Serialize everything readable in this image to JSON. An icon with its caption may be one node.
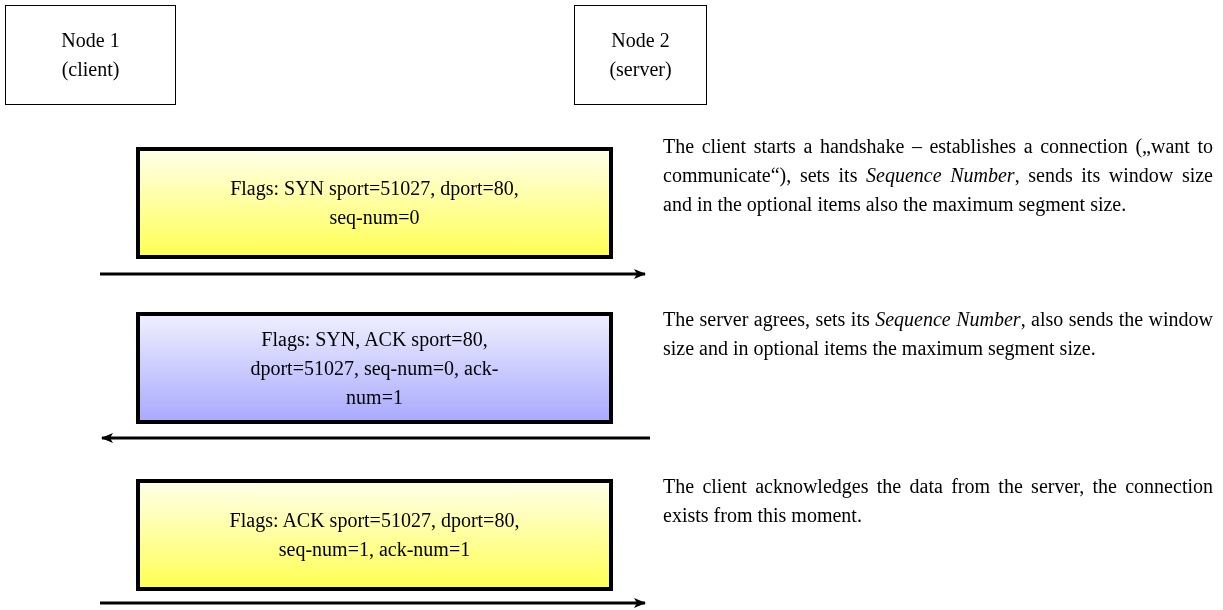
{
  "diagram": {
    "nodes": [
      {
        "text": [
          "Node 1 (client)"
        ]
      },
      {
        "text": [
          "Node 2 (server)"
        ]
      },
      {
        "text": [
          "Flags: SYN sport=51027, dport=80, seq-num=0"
        ]
      },
      {
        "text": [
          "Flags: SYN, ACK sport=80, dport=51027, seq-num=0, ack-num=1"
        ]
      },
      {
        "text": [
          "Flags: ACK sport=51027, dport=80, seq-num=1, ack-num=1"
        ]
      }
    ],
    "labels": [
      "The client starts a handshake – establishes a connection („want to communicate“), sets its *Sequence Number*, sends its window size and in the optional items also the maximum segment size.",
      "The server agrees, sets its *Sequence Number*, also sends the window size and in optional items the maximum segment size.",
      "The client acknowledges the data from the server, the connection exists from this moment."
    ]
  }
}
